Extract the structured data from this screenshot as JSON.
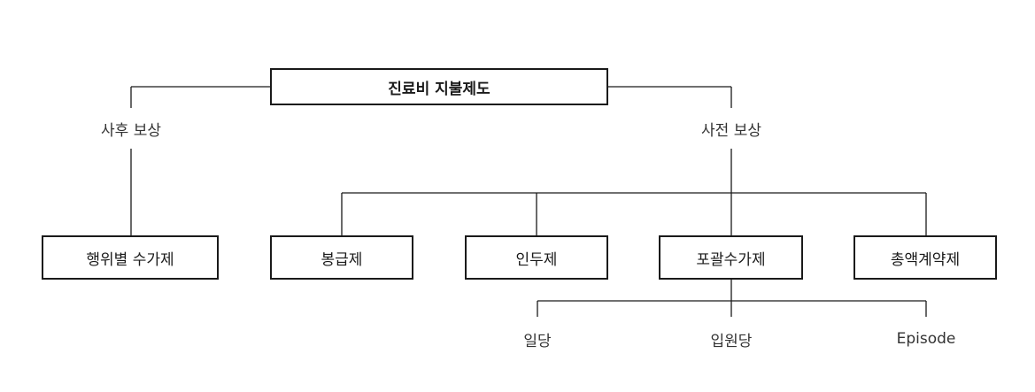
{
  "root": {
    "label": "진료비 지불제도"
  },
  "branches": {
    "retrospective": {
      "label": "사후 보상"
    },
    "prospective": {
      "label": "사전 보상"
    }
  },
  "methods": {
    "fee_for_service": "행위별 수가제",
    "salary": "봉급제",
    "capitation": "인두제",
    "bundled": "포괄수가제",
    "global_budget": "총액계약제"
  },
  "bundled_units": {
    "per_diem": "일당",
    "per_admission": "입원당",
    "episode": "Episode"
  }
}
